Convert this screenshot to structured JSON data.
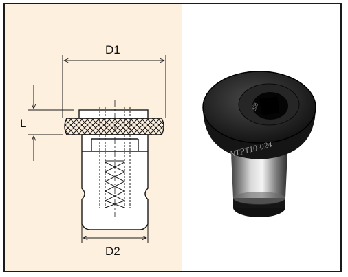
{
  "figure": {
    "colors": {
      "panel_bg": "#fdf0df",
      "outline": "#1a1a1a",
      "product_body": "#1b1b1b",
      "product_sleeve": "#8a8a8a"
    },
    "labels": {
      "d1": "D1",
      "d2": "D2",
      "l": "L"
    },
    "product_marking": "NTPT10-024",
    "flange_marking": "3/8"
  }
}
